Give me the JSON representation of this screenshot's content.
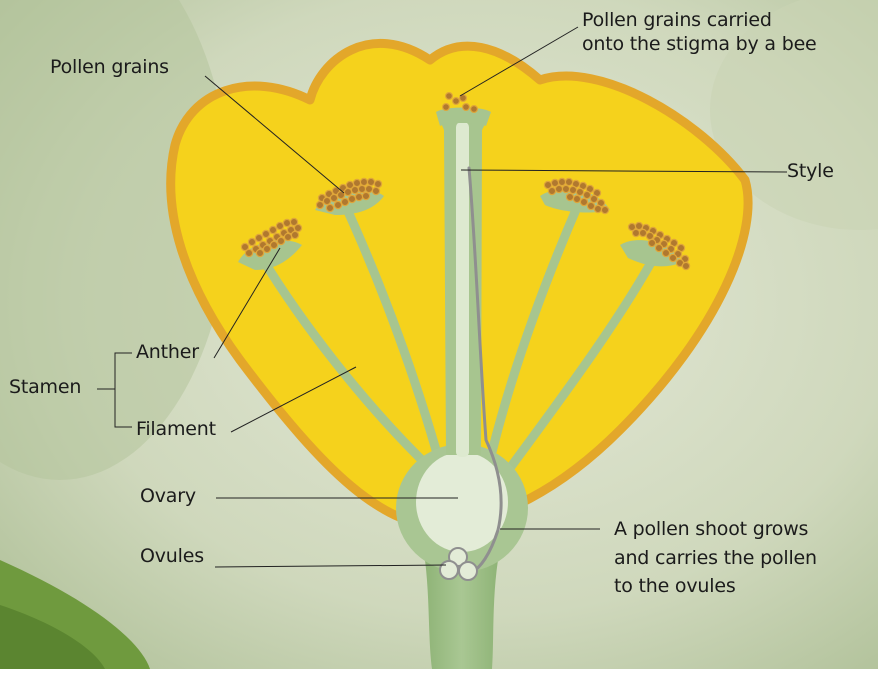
{
  "diagram": {
    "labels": {
      "pollen_grains": "Pollen grains",
      "pollen_on_stigma": "Pollen grains carried\nonto the stigma by a bee",
      "style": "Style",
      "stamen": "Stamen",
      "anther": "Anther",
      "filament": "Filament",
      "ovary": "Ovary",
      "ovules": "Ovules",
      "pollen_shoot": "A pollen shoot grows\nand carries the pollen\nto the ovules"
    },
    "colors": {
      "petal": "#f5d21c",
      "petal_edge": "#e3a72a",
      "stem": "#a7c58f",
      "style_core": "#dde9cf",
      "pollen": "#b0782f",
      "pollen_tube": "#8f8f8f"
    }
  }
}
